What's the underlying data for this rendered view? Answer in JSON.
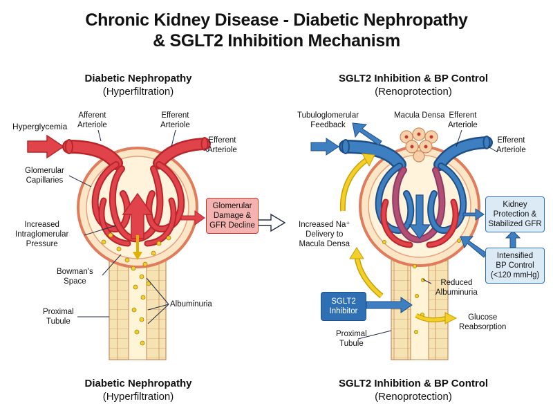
{
  "title": {
    "line1": "Chronic Kidney Disease - Diabetic Nephropathy",
    "line2": "& SGLT2 Inhibition Mechanism"
  },
  "left_panel": {
    "heading": "Diabetic Nephropathy",
    "subheading": "(Hyperfiltration)",
    "footer_heading": "Diabetic Nephropathy",
    "footer_subheading": "(Hyperfiltration)",
    "labels": {
      "hyperglycemia": "Hyperglycemia",
      "afferent_1": "Afferent",
      "afferent_2": "Arteriole",
      "efferent_1": "Efferent",
      "efferent_2": "Arteriole",
      "efferent_b1": "Efferent",
      "efferent_b2": "Arteriole",
      "glomerular_1": "Glomerular",
      "glomerular_2": "Capillaries",
      "pressure_1": "Increased",
      "pressure_2": "Intraglomerular",
      "pressure_3": "Pressure",
      "bowmans_1": "Bowman's",
      "bowmans_2": "Space",
      "albuminuria": "Albuminuria",
      "proximal_1": "Proximal",
      "proximal_2": "Tubule"
    },
    "damage_box": {
      "line1": "Glomerular",
      "line2": "Damage &",
      "line3": "GFR Decline"
    }
  },
  "right_panel": {
    "heading": "SGLT2 Inhibition & BP Control",
    "subheading": "(Renoprotection)",
    "footer_heading": "SGLT2 Inhibition & BP Control",
    "footer_subheading": "(Renoprotection)",
    "labels": {
      "tgf_1": "Tubuloglomerular",
      "tgf_2": "Feedback",
      "macula": "Macula Densa",
      "efferent_1": "Efferent",
      "efferent_2": "Arteriole",
      "efferent_b1": "Efferent",
      "efferent_b2": "Arteriole",
      "na_1": "Increased Na⁺",
      "na_2": "Delivery to",
      "na_3": "Macula Densa",
      "reduced_1": "Reduced",
      "reduced_2": "Albuminuria",
      "glucose_1": "Glucose",
      "glucose_2": "Reabsorption",
      "proximal_1": "Proximal",
      "proximal_2": "Tubule"
    },
    "kidney_box": {
      "line1": "Kidney",
      "line2": "Protection &",
      "line3": "Stabilized GFR"
    },
    "bp_box": {
      "line1": "Intensified",
      "line2": "BP Control",
      "line3": "(<120 mmHg)"
    },
    "sglt2_box": {
      "line1": "SGLT2",
      "line2": "Inhibitor"
    }
  },
  "colors": {
    "red": "#e0434a",
    "red_dark": "#b8262c",
    "blue": "#3d7fc1",
    "blue_dark": "#1f4f86",
    "yellow": "#f2cf2a",
    "capsule_fill": "#fbe6c5",
    "capsule_border": "#e07b5c",
    "tubule_fill": "#f6e3b3",
    "damage_box": "#f4b3b0",
    "info_box": "#dceaf6",
    "sglt2_box": "#2f6fb3"
  }
}
